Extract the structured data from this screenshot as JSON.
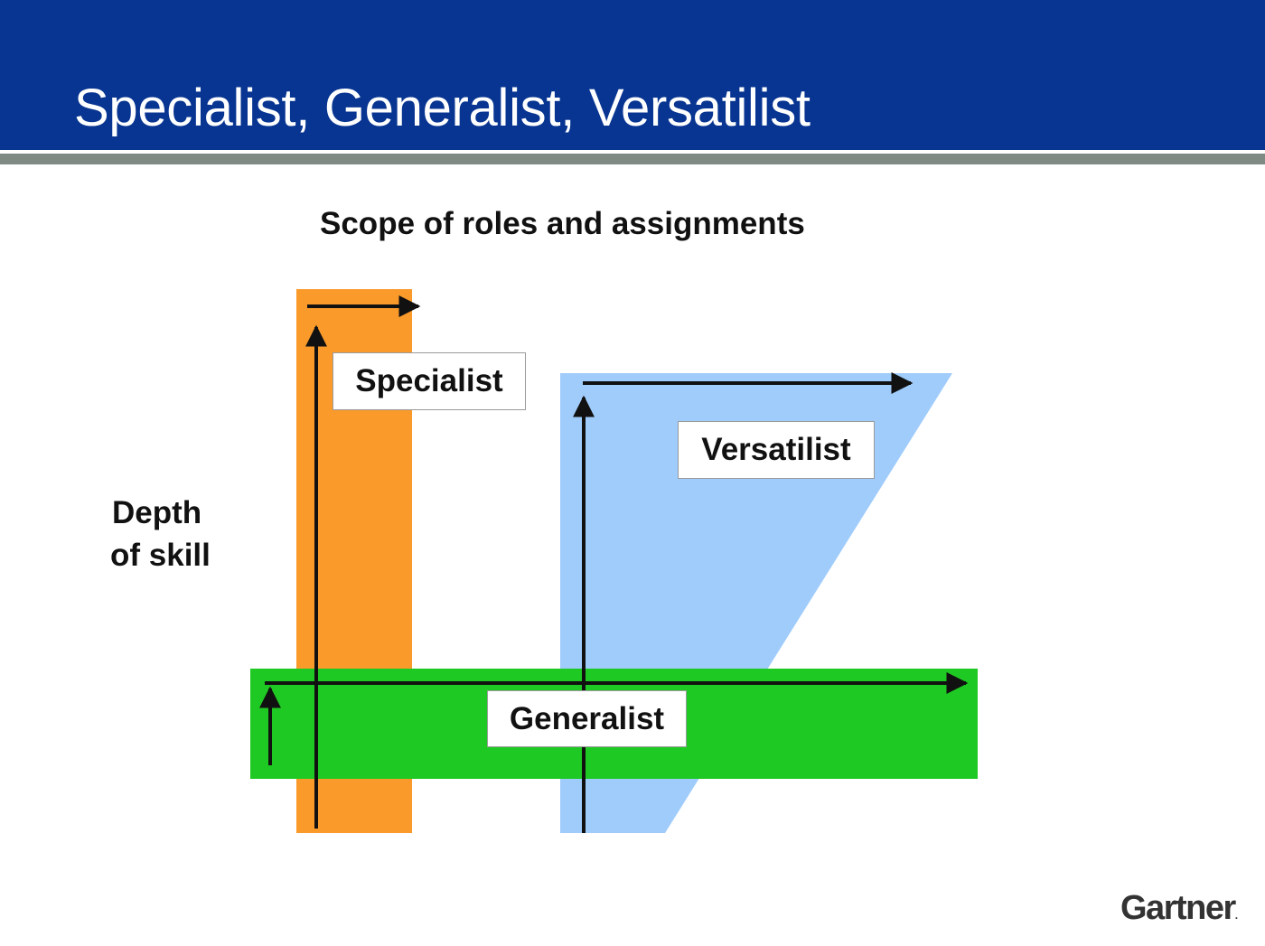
{
  "slide": {
    "title": "Specialist, Generalist, Versatilist"
  },
  "diagram": {
    "x_axis_label": "Scope of roles and assignments",
    "y_axis_label_line1": "Depth",
    "y_axis_label_line2": "of skill",
    "shapes": [
      {
        "label": "Specialist",
        "color": "#fa9a2b"
      },
      {
        "label": "Versatilist",
        "color": "#a0ccfb"
      },
      {
        "label": "Generalist",
        "color": "#1fc923"
      }
    ],
    "arrow_color": "#111111"
  },
  "branding": {
    "logo": "Gartner"
  },
  "colors": {
    "header": "#083591",
    "header_rule": "#7f8a85"
  }
}
